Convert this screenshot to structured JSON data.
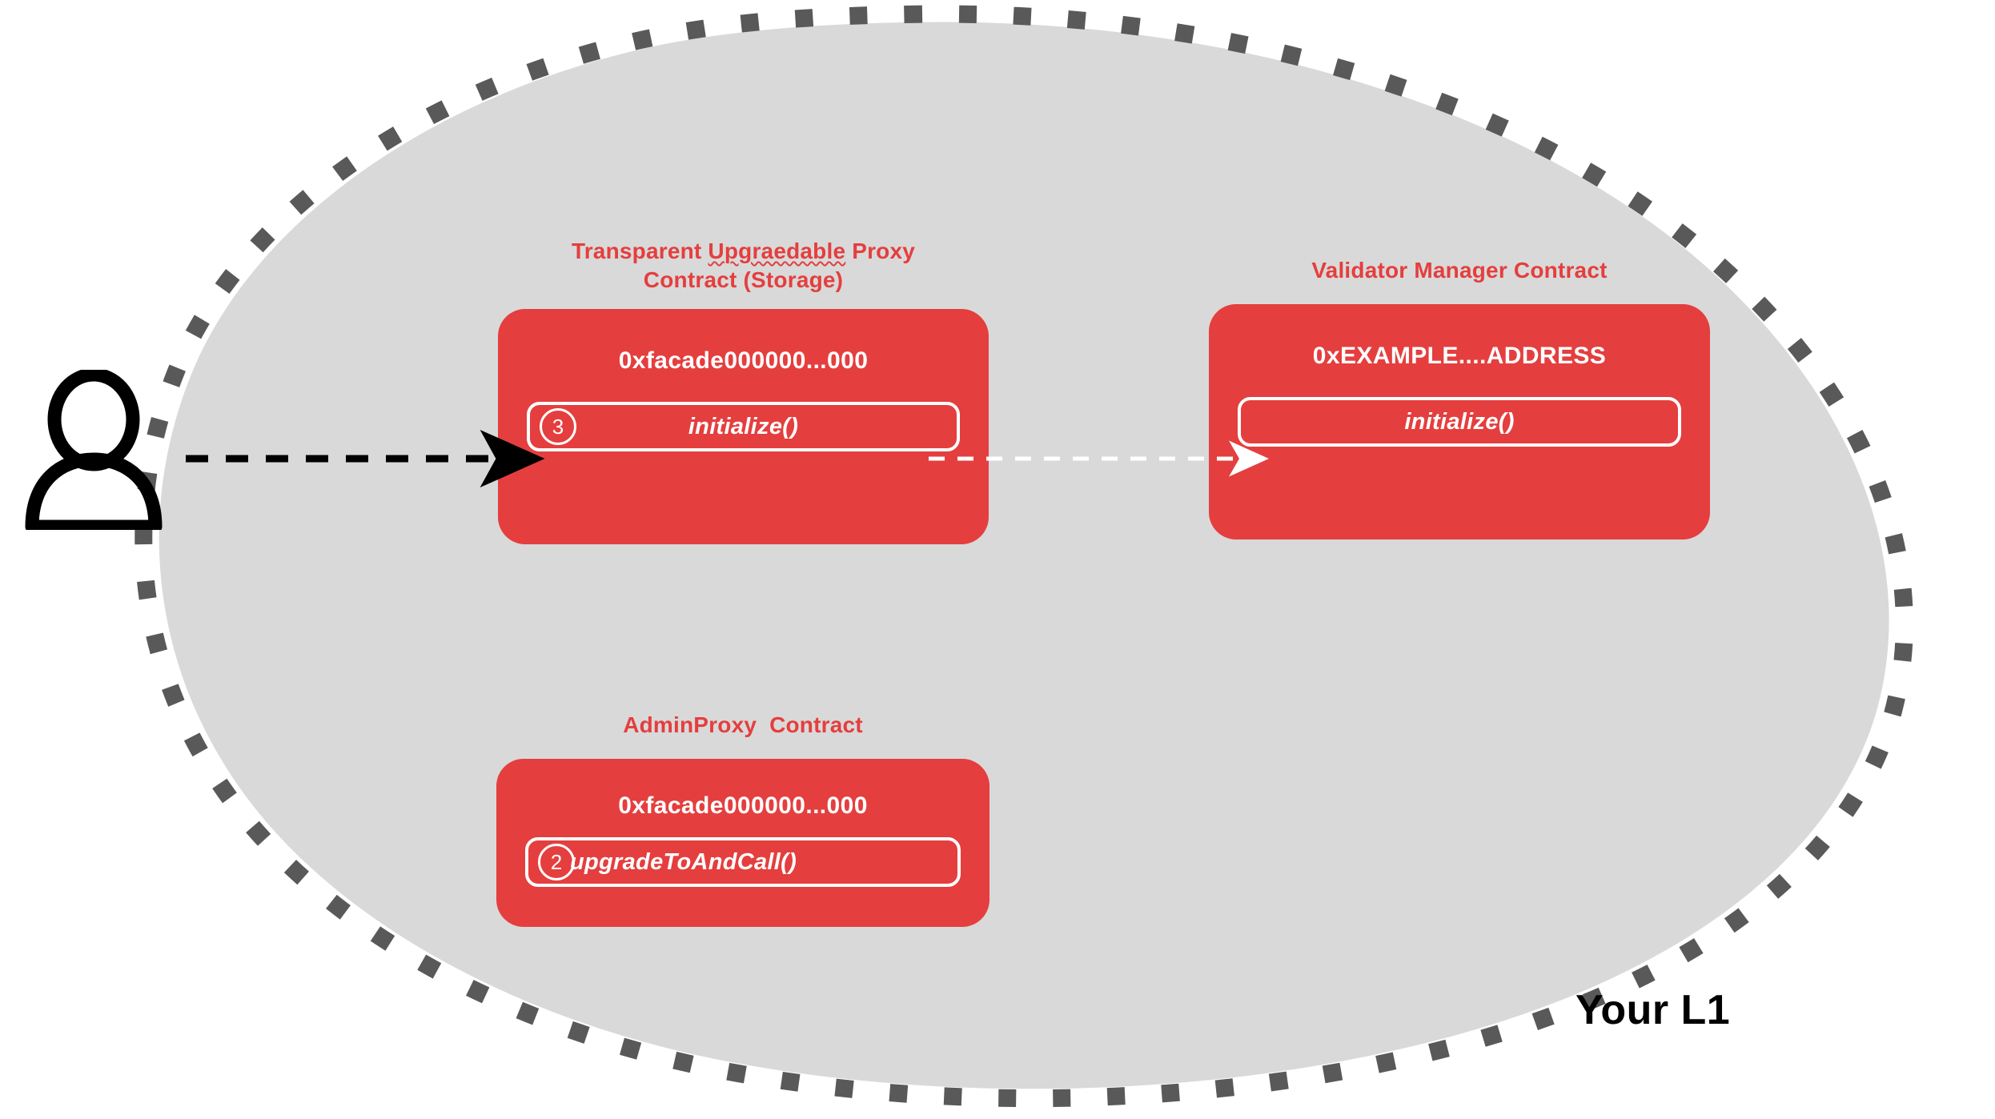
{
  "diagram": {
    "title_label": "Your L1",
    "boundary_name": "l1-boundary-blob",
    "colors": {
      "boundary_fill": "#D9D9D9",
      "boundary_dash": "#595959",
      "contract_red": "#E53E3E",
      "text_white": "#FFFFFF",
      "text_black": "#000000"
    }
  },
  "actor": {
    "icon_name": "user-person-icon"
  },
  "contracts": [
    {
      "id": "transparent-upgradeable-proxy",
      "title_line_1_a": "Transparent ",
      "title_line_1_misspelled": "Upgraedable",
      "title_line_1_b": " Proxy",
      "title_line_2": "Contract (Storage)",
      "address": "0xfacade000000...000",
      "methods": [
        {
          "step": "3",
          "label": "initialize()"
        }
      ]
    },
    {
      "id": "validator-manager",
      "title": "Validator Manager Contract",
      "address": "0xEXAMPLE....ADDRESS",
      "methods": [
        {
          "step": "",
          "label": "initialize()"
        }
      ]
    },
    {
      "id": "admin-proxy",
      "title": "AdminProxy  Contract",
      "address": "0xfacade000000...000",
      "methods": [
        {
          "step": "2",
          "label": "upgradeToAndCall()"
        }
      ]
    }
  ],
  "arrows": [
    {
      "id": "user-to-proxy",
      "style": "dashed",
      "color": "#000000",
      "from": "user-person-icon",
      "to": "transparent-upgradeable-proxy-initialize"
    },
    {
      "id": "proxy-to-validator-manager",
      "style": "dashed",
      "color": "#FFFFFF",
      "from": "transparent-upgradeable-proxy-initialize",
      "to": "validator-manager-initialize"
    }
  ]
}
